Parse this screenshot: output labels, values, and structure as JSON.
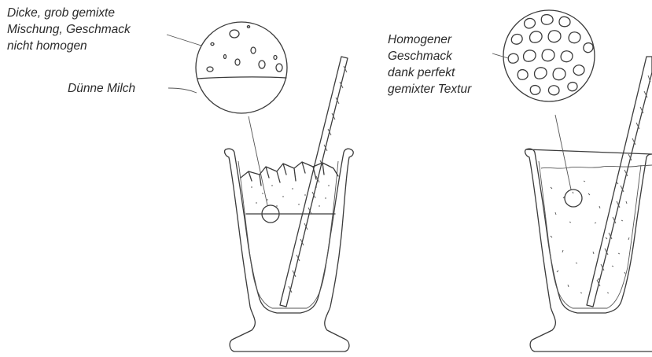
{
  "left_panel": {
    "label_texture": [
      "Dicke, grob gemixte",
      "Mischung, Geschmack",
      "nicht homogen"
    ],
    "label_milk": "Dünne Milch"
  },
  "right_panel": {
    "label_texture": [
      "Homogener",
      "Geschmack",
      "dank perfekt",
      "gemixter Textur"
    ]
  }
}
